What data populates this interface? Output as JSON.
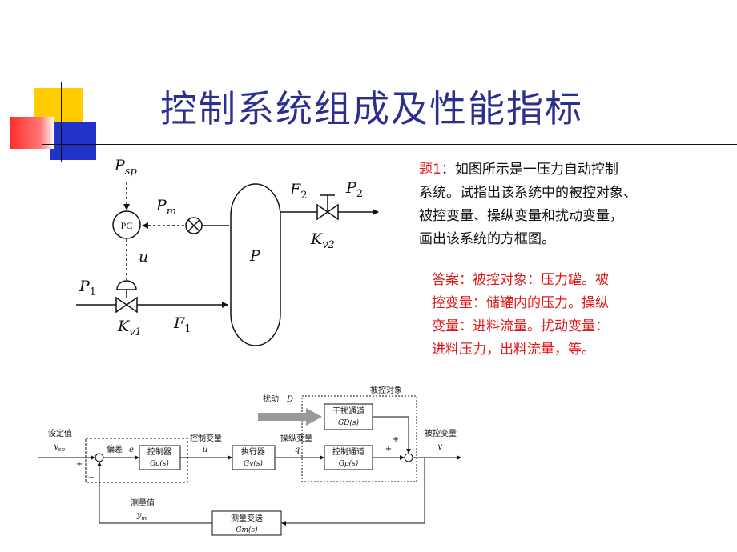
{
  "title": "控制系统组成及性能指标",
  "question": {
    "label": "题1",
    "line1_rest": "：如图所示是一压力自动控制",
    "line2": "系统。试指出该系统中的被控对象、",
    "line3": "被控变量、操纵变量和扰动变量，",
    "line4": "画出该系统的方框图。"
  },
  "answer": {
    "line1": "答案：被控对象：压力罐。被",
    "line2": "控变量：储罐内的压力。操纵",
    "line3": "变量：进料流量。扰动变量：",
    "line4": "进料压力，出料流量，等。"
  },
  "process": {
    "P_sp": "P",
    "P_sp_sub": "sp",
    "P_m": "P",
    "P_m_sub": "m",
    "pc": "PC",
    "u": "u",
    "P1": "P",
    "P1_sub": "1",
    "F1": "F",
    "F1_sub": "1",
    "Kv1": "K",
    "Kv1_sub": "v1",
    "vessel": "P",
    "F2": "F",
    "F2_sub": "2",
    "P2": "P",
    "P2_sub": "2",
    "Kv2": "K",
    "Kv2_sub": "v2"
  },
  "block": {
    "setpoint_label": "设定值",
    "setpoint_sym": "y",
    "setpoint_sub": "sp",
    "plus1": "+",
    "minus1": "−",
    "error_label": "偏差",
    "error_sym": "e",
    "controller": "控制器",
    "controller_tf": "Gc(s)",
    "ctrl_var_label": "控制变量",
    "ctrl_var_sym": "u",
    "actuator": "执行器",
    "actuator_tf": "Gv(s)",
    "manip_label": "操纵变量",
    "manip_sym": "q",
    "disturb_label": "扰动",
    "disturb_sym": "D",
    "object_label": "被控对象",
    "dist_channel": "干扰通道",
    "dist_tf": "GD(s)",
    "ctrl_channel": "控制通道",
    "ctrl_tf": "Gp(s)",
    "plus2": "+",
    "plus3": "+",
    "output_label": "被控变量",
    "output_sym": "y",
    "meas_label": "测量值",
    "meas_sym": "y",
    "meas_sub": "m",
    "transmitter": "测量变送",
    "transmitter_tf": "Gm(s)"
  }
}
